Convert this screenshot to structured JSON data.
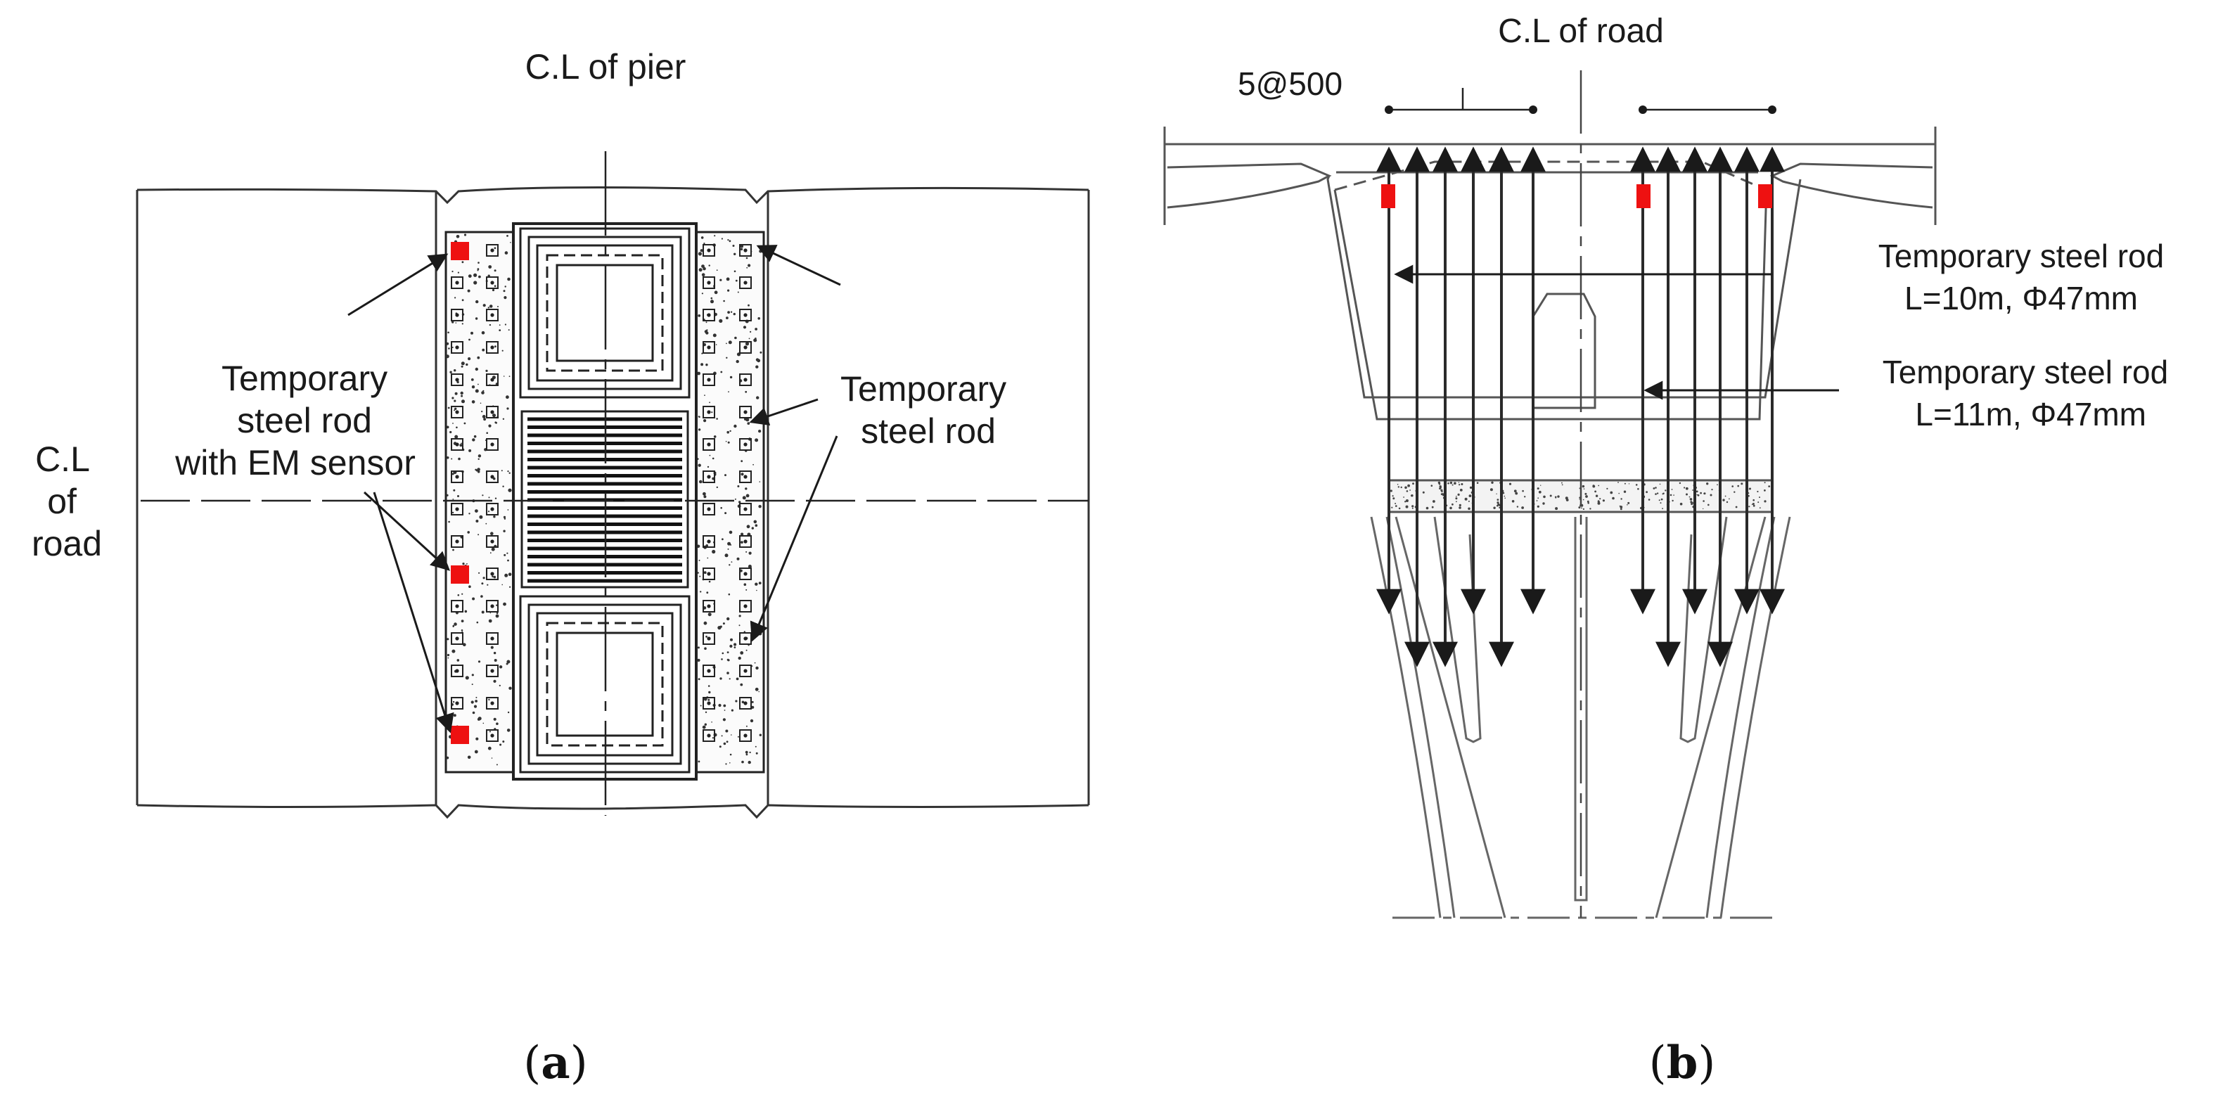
{
  "panel_a": {
    "label_cl_pier": "C.L of pier",
    "label_cl_road": [
      "C.L",
      "of",
      "road"
    ],
    "label_rod_sensor": [
      "Temporary",
      "steel rod",
      "with EM sensor"
    ],
    "label_rod": [
      "Temporary",
      "steel rod"
    ],
    "caption_letter": "a",
    "sensor_color": "#ee1111"
  },
  "panel_b": {
    "label_cl_road": "C.L of road",
    "label_spacing": "5@500",
    "rod_10m": [
      "Temporary steel rod",
      "L=10m, Φ47mm"
    ],
    "rod_11m": [
      "Temporary steel rod",
      "L=11m, Φ47mm"
    ],
    "caption_letter": "b",
    "sensor_color": "#ee1111"
  }
}
